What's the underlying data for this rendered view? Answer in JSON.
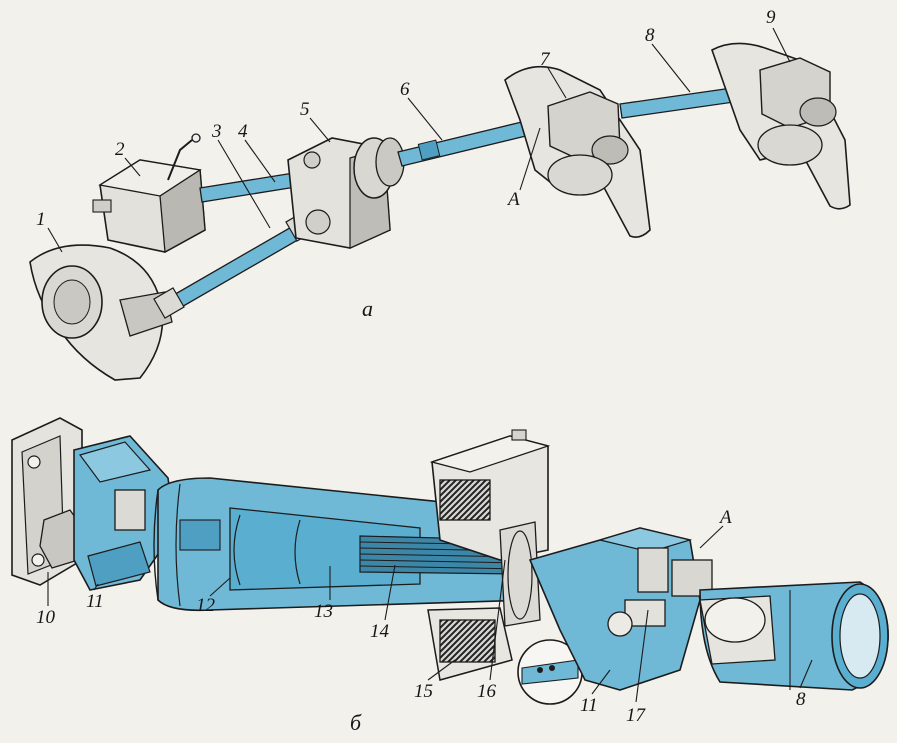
{
  "panels": [
    {
      "id": "a",
      "caption": "а",
      "labels": [
        "1",
        "2",
        "3",
        "4",
        "5",
        "6",
        "7",
        "8",
        "9",
        "A"
      ]
    },
    {
      "id": "b",
      "caption": "б",
      "labels": [
        "10",
        "11",
        "12",
        "13",
        "14",
        "15",
        "16",
        "11",
        "17",
        "8",
        "A"
      ]
    }
  ],
  "colors": {
    "shaft_blue": "#6fb9d6",
    "shaft_blue_dark": "#3c86a8",
    "metal_light": "#e4e3de",
    "metal_shadow": "#8c8b86",
    "outline": "#1c1c1c",
    "rubber": "#2b2b2b",
    "background": "#f3f1ec"
  }
}
